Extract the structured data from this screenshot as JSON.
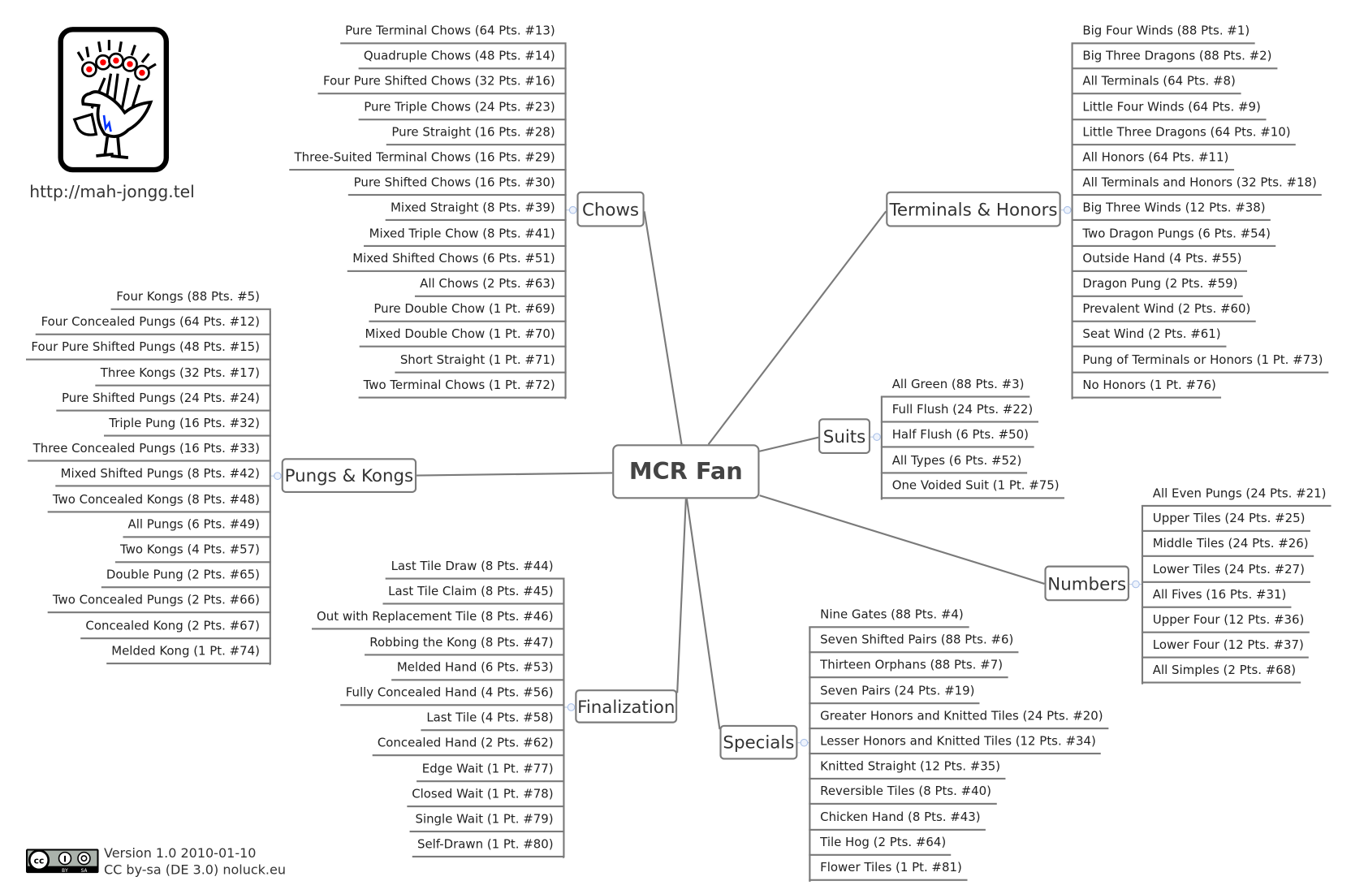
{
  "center": {
    "label": "MCR Fan"
  },
  "website": "http://mah-jongg.tel",
  "license": {
    "version": "Version 1.0 2010-01-10",
    "text": "CC by-sa (DE 3.0) noluck.eu",
    "badge_labels": [
      "BY",
      "SA"
    ]
  },
  "colors": {
    "line": "#7a7a7a",
    "text": "#222222",
    "logo_red": "#ff0000",
    "logo_blue": "#0033ff"
  },
  "branches": [
    {
      "label": "Chows",
      "items": [
        "Pure Terminal Chows (64 Pts. #13)",
        "Quadruple Chows (48 Pts. #14)",
        "Four Pure Shifted Chows (32 Pts. #16)",
        "Pure Triple Chows (24 Pts. #23)",
        "Pure Straight (16 Pts. #28)",
        "Three-Suited Terminal Chows (16 Pts. #29)",
        "Pure Shifted Chows (16 Pts. #30)",
        "Mixed Straight (8 Pts. #39)",
        "Mixed Triple Chow (8 Pts. #41)",
        "Mixed Shifted Chows (6 Pts. #51)",
        "All Chows (2 Pts. #63)",
        "Pure Double Chow (1 Pt. #69)",
        "Mixed Double Chow (1 Pt. #70)",
        "Short Straight (1 Pt. #71)",
        "Two Terminal Chows (1 Pt. #72)"
      ]
    },
    {
      "label": "Pungs & Kongs",
      "items": [
        "Four Kongs (88 Pts. #5)",
        "Four Concealed Pungs (64 Pts. #12)",
        "Four Pure Shifted Pungs (48 Pts. #15)",
        "Three Kongs (32 Pts. #17)",
        "Pure Shifted Pungs (24 Pts. #24)",
        "Triple Pung (16 Pts. #32)",
        "Three Concealed Pungs (16 Pts. #33)",
        "Mixed Shifted Pungs (8 Pts. #42)",
        "Two Concealed Kongs (8 Pts. #48)",
        "All Pungs (6 Pts. #49)",
        "Two Kongs (4 Pts. #57)",
        "Double Pung (2 Pts. #65)",
        "Two Concealed Pungs (2 Pts. #66)",
        "Concealed Kong (2 Pts. #67)",
        "Melded Kong (1 Pt. #74)"
      ]
    },
    {
      "label": "Finalization",
      "items": [
        "Last Tile Draw (8 Pts. #44)",
        "Last Tile Claim (8 Pts. #45)",
        "Out with Replacement Tile (8 Pts. #46)",
        "Robbing the Kong (8 Pts. #47)",
        "Melded Hand (6 Pts. #53)",
        "Fully Concealed Hand (4 Pts. #56)",
        "Last Tile (4 Pts. #58)",
        "Concealed Hand (2 Pts. #62)",
        "Edge Wait (1 Pt. #77)",
        "Closed Wait (1 Pt. #78)",
        "Single Wait (1 Pt. #79)",
        "Self-Drawn (1 Pt. #80)"
      ]
    },
    {
      "label": "Terminals & Honors",
      "items": [
        "Big Four Winds (88 Pts. #1)",
        "Big Three Dragons (88 Pts. #2)",
        "All Terminals (64 Pts. #8)",
        "Little Four Winds (64 Pts. #9)",
        "Little Three Dragons (64 Pts. #10)",
        "All Honors (64 Pts. #11)",
        "All Terminals and Honors (32 Pts. #18)",
        "Big Three Winds (12 Pts. #38)",
        "Two Dragon Pungs (6 Pts. #54)",
        "Outside Hand (4 Pts. #55)",
        "Dragon Pung (2 Pts. #59)",
        "Prevalent Wind (2 Pts. #60)",
        "Seat Wind (2 Pts. #61)",
        "Pung of Terminals or Honors (1 Pt. #73)",
        "No Honors (1 Pt. #76)"
      ]
    },
    {
      "label": "Suits",
      "items": [
        "All Green (88 Pts. #3)",
        "Full Flush (24 Pts. #22)",
        "Half Flush (6 Pts. #50)",
        "All Types (6 Pts. #52)",
        "One Voided Suit (1 Pt. #75)"
      ]
    },
    {
      "label": "Numbers",
      "items": [
        "All Even Pungs (24 Pts. #21)",
        "Upper Tiles (24 Pts. #25)",
        "Middle Tiles (24 Pts. #26)",
        "Lower Tiles (24 Pts. #27)",
        "All Fives (16 Pts. #31)",
        "Upper Four (12 Pts. #36)",
        "Lower Four (12 Pts. #37)",
        "All Simples (2 Pts. #68)"
      ]
    },
    {
      "label": "Specials",
      "items": [
        "Nine Gates (88 Pts. #4)",
        "Seven Shifted Pairs (88 Pts. #6)",
        "Thirteen Orphans (88 Pts. #7)",
        "Seven Pairs (24 Pts. #19)",
        "Greater Honors and Knitted Tiles (24 Pts. #20)",
        "Lesser Honors and Knitted Tiles (12 Pts. #34)",
        "Knitted Straight (12 Pts. #35)",
        "Reversible Tiles (8 Pts. #40)",
        "Chicken Hand (8 Pts. #43)",
        "Tile Hog (2 Pts. #64)",
        "Flower Tiles (1 Pt. #81)"
      ]
    }
  ]
}
